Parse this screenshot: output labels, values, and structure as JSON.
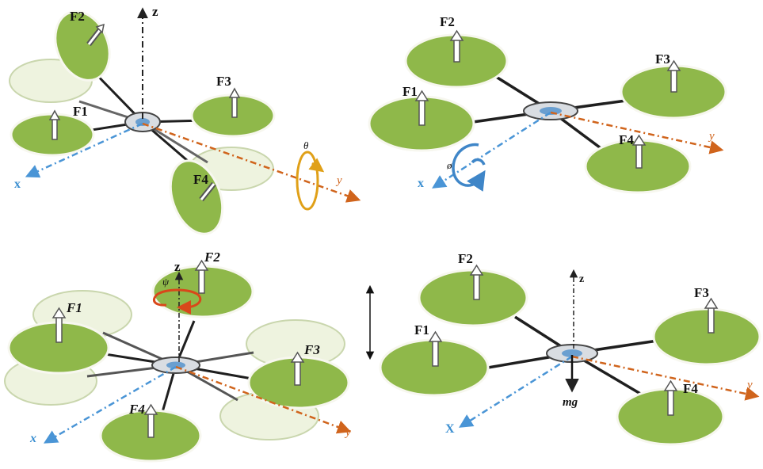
{
  "colors": {
    "rotor_fill": "#8fb84a",
    "rotor_rim": "#f7f7ef",
    "ghost_fill": "#eef3df",
    "arm": "#1f1f1f",
    "x_axis": "#4a95d6",
    "y_axis": "#d0641c",
    "z_axis": "#222222",
    "pitch_loop": "#e0a018",
    "roll_loop": "#3f86c8",
    "yaw_loop": "#d9471a"
  },
  "panels": {
    "pitch": {
      "forces": {
        "f1": "F1",
        "f2": "F2",
        "f3": "F3",
        "f4": "F4"
      },
      "axes": {
        "x": "x",
        "y": "y",
        "z": "z"
      },
      "angle": "θ"
    },
    "roll": {
      "forces": {
        "f1": "F1",
        "f2": "F2",
        "f3": "F3",
        "f4": "F4"
      },
      "axes": {
        "x": "x",
        "y": "y"
      },
      "angle": "ø"
    },
    "yaw": {
      "forces": {
        "f1": "F1",
        "f2": "F2",
        "f3": "F3",
        "f4": "F4"
      },
      "axes": {
        "x": "x",
        "y": "y",
        "z": "z"
      },
      "angle": "ψ"
    },
    "throttle": {
      "forces": {
        "f1": "F1",
        "f2": "F2",
        "f3": "F3",
        "f4": "F4"
      },
      "axes": {
        "x": "X",
        "y": "y",
        "z": "z"
      },
      "weight": "mg"
    }
  }
}
